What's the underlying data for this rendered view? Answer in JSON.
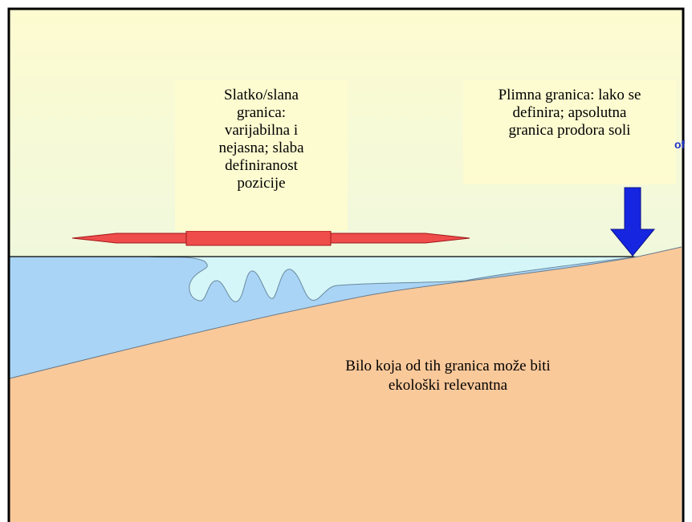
{
  "freshsalt_box": {
    "lines": [
      "Slatko/slana",
      "granica:",
      "varijabilna i",
      "nejasna; slaba",
      "definiranost",
      "pozicije"
    ]
  },
  "tidal_box": {
    "lines": [
      "Plimna granica: lako se",
      "definira; apsolutna",
      "granica prodora soli"
    ]
  },
  "partial_label": "of",
  "note": {
    "lines": [
      "Bilo koja od tih granica može biti",
      "ekološki relevantna"
    ]
  },
  "colors": {
    "sky_top": "#fdfbd0",
    "sky_bottom": "#e4f6e8",
    "water": "#a9d4f5",
    "mixing_water": "#d4f6f8",
    "sediment": "#fac99a",
    "arrow_red": "#ef4c4c",
    "arrow_blue": "#1626e0",
    "frame": "#000000"
  }
}
